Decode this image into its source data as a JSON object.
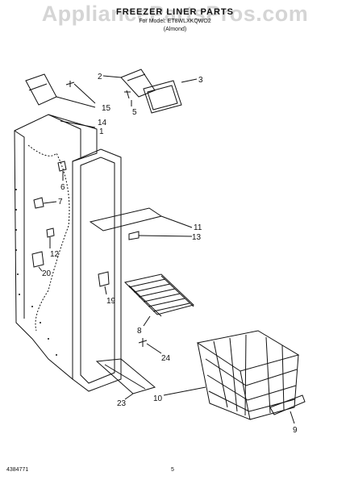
{
  "watermark": "AppliancePartsPros.com",
  "header": {
    "title": "FREEZER LINER PARTS",
    "subtitle": "For Model: ET8WLXKQWO2",
    "note": "(Almond)"
  },
  "callouts": [
    "1",
    "2",
    "3",
    "5",
    "6",
    "7",
    "8",
    "9",
    "10",
    "11",
    "12",
    "13",
    "14",
    "15",
    "19",
    "20",
    "23",
    "24"
  ],
  "footer": {
    "doc_number": "4384771",
    "page_number": "5"
  }
}
